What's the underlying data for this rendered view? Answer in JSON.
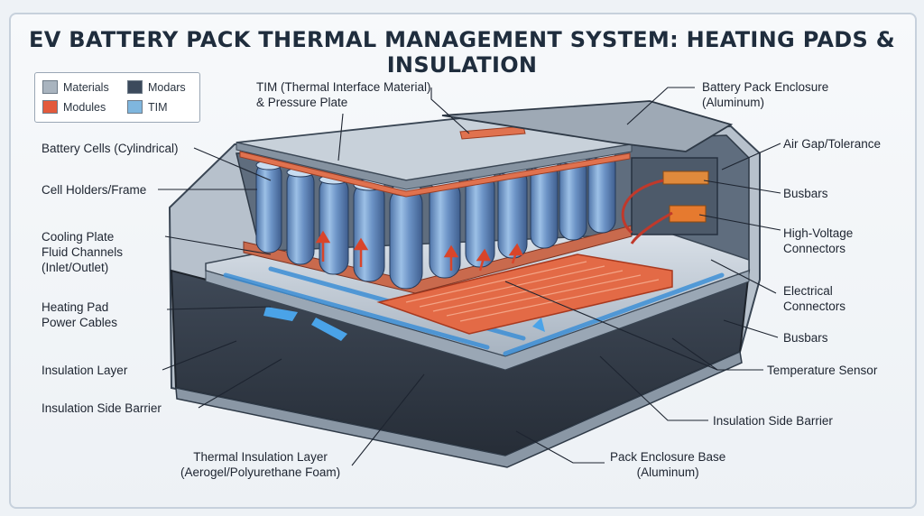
{
  "title": "EV BATTERY PACK THERMAL MANAGEMENT SYSTEM: HEATING PADS & INSULATION",
  "legend": [
    {
      "label": "Materials",
      "color": "#a9b4bf"
    },
    {
      "label": "Modars",
      "color": "#3c4a5c"
    },
    {
      "label": "Modules",
      "color": "#e35a3c"
    },
    {
      "label": "TIM",
      "color": "#7fb6de"
    }
  ],
  "labels": {
    "tim": [
      "TIM (Thermal Interface Material)",
      "& Pressure Plate"
    ],
    "enclosure": [
      "Battery Pack Enclosure",
      "(Aluminum)"
    ],
    "cells": [
      "Battery Cells (Cylindrical)"
    ],
    "holders": [
      "Cell Holders/Frame"
    ],
    "cooling": [
      "Cooling Plate",
      "Fluid Channels",
      "(Inlet/Outlet)"
    ],
    "heating": [
      "Heating Pad",
      "Power Cables"
    ],
    "insulation_layer": [
      "Insulation Layer"
    ],
    "insulation_side_left": [
      "Insulation Side Barrier"
    ],
    "thermal_insulation": [
      "Thermal Insulation Layer",
      "(Aerogel/Polyurethane Foam)"
    ],
    "air_gap": [
      "Air Gap/Tolerance"
    ],
    "busbars_top": [
      "Busbars"
    ],
    "hv_connectors": [
      "High-Voltage",
      "Connectors"
    ],
    "electrical": [
      "Electrical",
      "Connectors"
    ],
    "busbars_bottom": [
      "Busbars"
    ],
    "temp_sensor": [
      "Temperature Sensor"
    ],
    "insulation_side_right": [
      "Insulation Side Barrier"
    ],
    "base": [
      "Pack Enclosure Base",
      "(Aluminum)"
    ]
  }
}
